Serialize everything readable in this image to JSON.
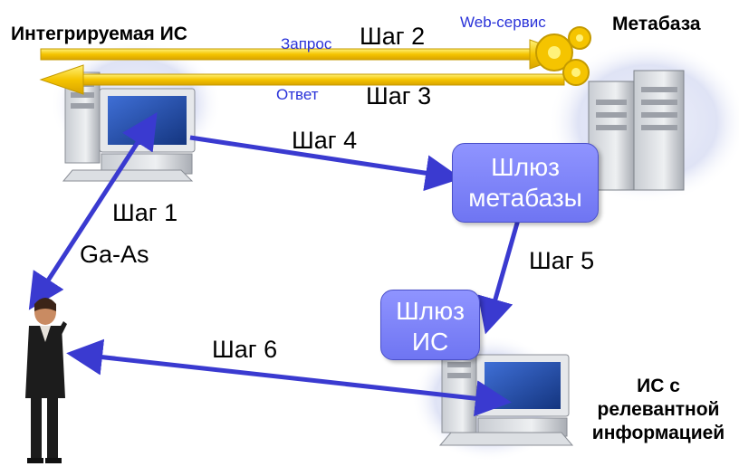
{
  "nodes": {
    "integrated_is": "Интегрируемая ИС",
    "metabase": "Метабаза",
    "web_service": "Web-сервис",
    "metabase_gateway": [
      "Шлюз",
      "метабазы"
    ],
    "is_gateway": [
      "Шлюз",
      "ИС"
    ],
    "relevant_is": [
      "ИС с",
      "релевантной",
      "информацией"
    ]
  },
  "edges": {
    "request": "Запрос",
    "response": "Ответ",
    "step1": "Шаг 1",
    "step2": "Шаг 2",
    "step3": "Шаг 3",
    "step4": "Шаг 4",
    "step5": "Шаг 5",
    "step6": "Шаг 6",
    "ga_as": "Ga-As"
  },
  "colors": {
    "arrow_blue": "#3a3ad0",
    "arrow_yellow": "#f2c200",
    "gateway_fill": "#7c81f7",
    "halo": "#dde2f4"
  },
  "icons": [
    "desktop-computer-icon",
    "server-tower-icon",
    "gears-icon",
    "person-icon"
  ]
}
